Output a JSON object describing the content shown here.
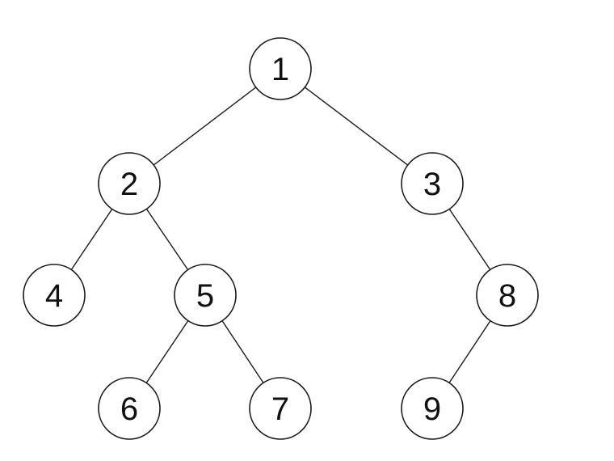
{
  "tree": {
    "nodes": [
      {
        "id": "n1",
        "label": "1"
      },
      {
        "id": "n2",
        "label": "2"
      },
      {
        "id": "n3",
        "label": "3"
      },
      {
        "id": "n4",
        "label": "4"
      },
      {
        "id": "n5",
        "label": "5"
      },
      {
        "id": "n8",
        "label": "8"
      },
      {
        "id": "n6",
        "label": "6"
      },
      {
        "id": "n7",
        "label": "7"
      },
      {
        "id": "n9",
        "label": "9"
      }
    ],
    "edges": [
      {
        "from": "n1",
        "to": "n2"
      },
      {
        "from": "n1",
        "to": "n3"
      },
      {
        "from": "n2",
        "to": "n4"
      },
      {
        "from": "n2",
        "to": "n5"
      },
      {
        "from": "n3",
        "to": "n8"
      },
      {
        "from": "n5",
        "to": "n6"
      },
      {
        "from": "n5",
        "to": "n7"
      },
      {
        "from": "n8",
        "to": "n9"
      }
    ]
  }
}
